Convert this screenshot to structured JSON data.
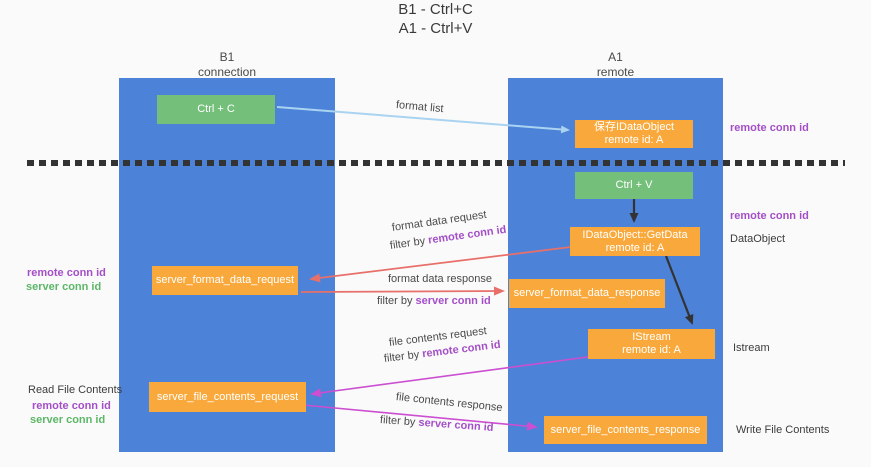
{
  "title": {
    "line1": "B1 - Ctrl+C",
    "line2": "A1 - Ctrl+V"
  },
  "lifelines": {
    "left": {
      "name": "B1",
      "role": "connection"
    },
    "right": {
      "name": "A1",
      "role": "remote"
    }
  },
  "boxes": {
    "ctrl_c": "Ctrl + C",
    "ctrl_v": "Ctrl + V",
    "save_idataobject": {
      "line1": "保存IDataObject",
      "line2": "remote id: A"
    },
    "getdata": {
      "line1": "IDataObject::GetData",
      "line2": "remote id: A"
    },
    "istream": {
      "line1": "IStream",
      "line2": "remote id: A"
    },
    "server_format_data_request": "server_format_data_request",
    "server_format_data_response": "server_format_data_response",
    "server_file_contents_request": "server_file_contents_request",
    "server_file_contents_response": "server_file_contents_response"
  },
  "arrow_labels": {
    "format_list": "format list",
    "format_data_request": "format data request",
    "format_data_response": "format data response",
    "file_contents_request": "file contents request",
    "file_contents_response": "file contents response",
    "filter_by": "filter by",
    "remote_conn_id": "remote conn id",
    "server_conn_id": "server conn id"
  },
  "side_labels": {
    "remote_conn_id": "remote conn id",
    "server_conn_id": "server conn id",
    "dataobject": "DataObject",
    "istream": "Istream",
    "read_file_contents": "Read File Contents",
    "write_file_contents": "Write File Contents"
  },
  "colors": {
    "lifeline_blue": "#4c82d8",
    "box_green": "#74c07b",
    "box_orange": "#f9a93c",
    "arrow_light_blue": "#a9d3f0",
    "arrow_red": "#e8706a",
    "arrow_magenta": "#cb4fd0",
    "arrow_black": "#333333",
    "text_purple": "#a44fc8",
    "text_green": "#5cb767"
  }
}
